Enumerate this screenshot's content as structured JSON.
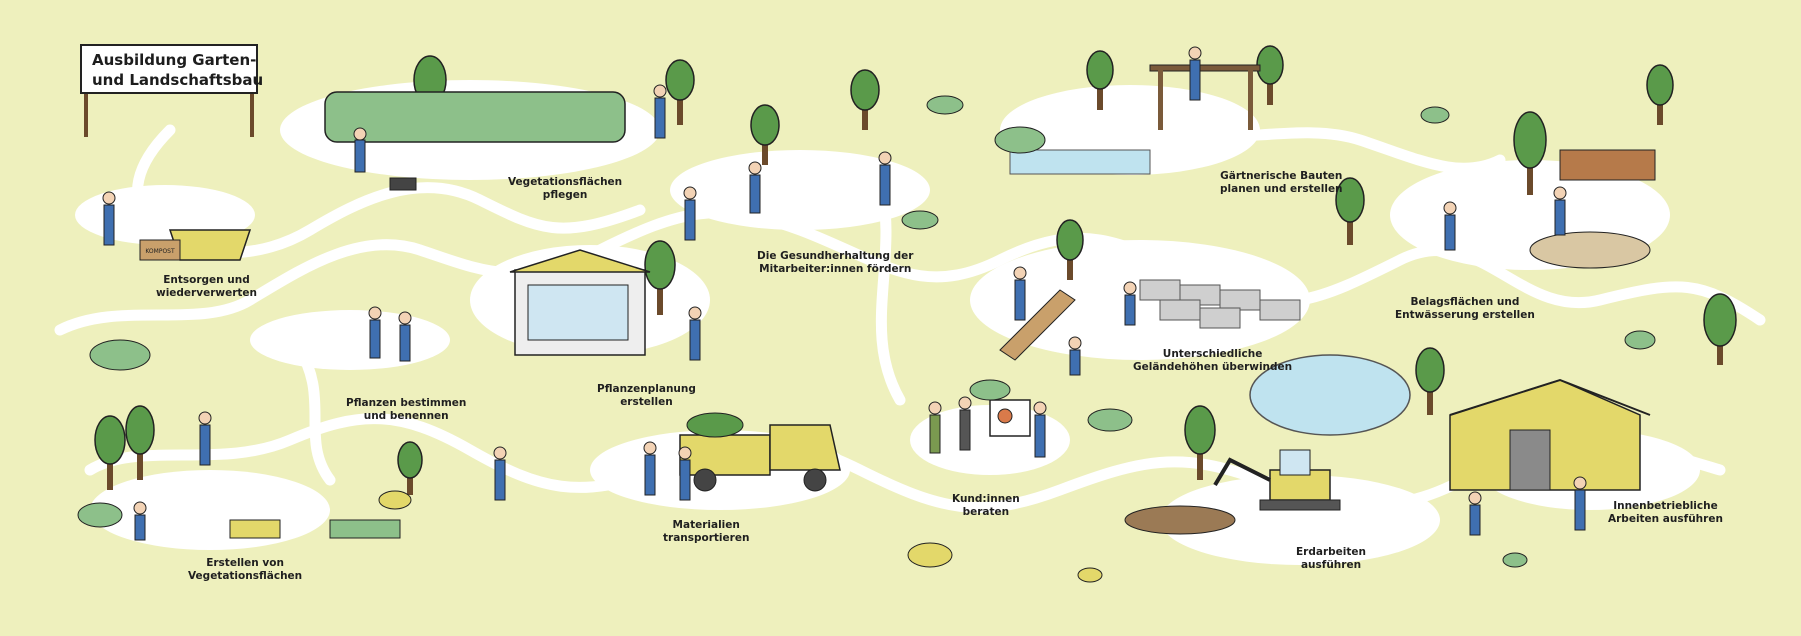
{
  "title": {
    "line1": "Ausbildung Garten-",
    "line2": "und Landschaftsbau"
  },
  "stations": [
    {
      "line1": "Vegetationsflächen",
      "line2": "pflegen"
    },
    {
      "line1": "Entsorgen und",
      "line2": "wiederverwerten"
    },
    {
      "line1": "Die Gesundherhaltung der",
      "line2": "Mitarbeiter:innen fördern"
    },
    {
      "line1": "Gärtnerische Bauten",
      "line2": "planen und erstellen"
    },
    {
      "line1": "Belagsflächen und",
      "line2": "Entwässerung erstellen"
    },
    {
      "line1": "Pflanzen bestimmen",
      "line2": "und benennen"
    },
    {
      "line1": "Pflanzenplanung",
      "line2": "erstellen"
    },
    {
      "line1": "Unterschiedliche",
      "line2": "Geländehöhen überwinden"
    },
    {
      "line1": "Kund:innen",
      "line2": "beraten"
    },
    {
      "line1": "Materialien",
      "line2": "transportieren"
    },
    {
      "line1": "Erstellen von",
      "line2": "Vegetationsflächen"
    },
    {
      "line1": "Erdarbeiten",
      "line2": "ausführen"
    },
    {
      "line1": "Innenbetriebliche",
      "line2": "Arbeiten ausführen"
    }
  ],
  "signs": {
    "kompost": "KOMPOST"
  },
  "colors": {
    "background": "#eef0bd",
    "path": "#ffffff",
    "tree": "#5a9a4a",
    "workwear": "#3f6fb0",
    "accent_yellow": "#e3d86a",
    "pond": "#bfe3ef",
    "outline": "#222222"
  }
}
